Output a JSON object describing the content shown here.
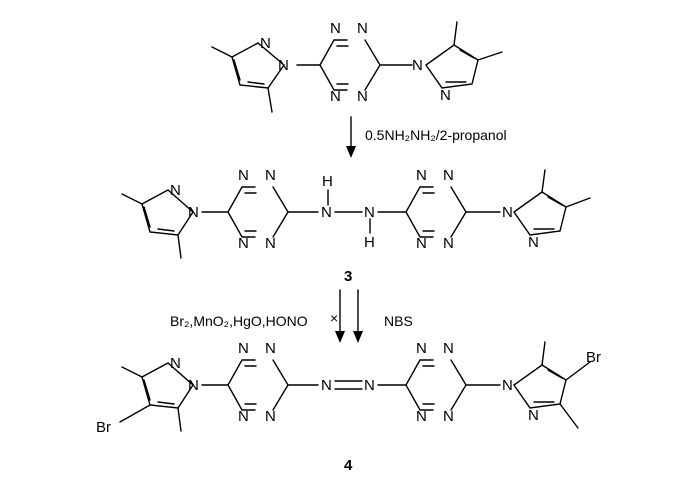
{
  "atoms": {
    "N": "N",
    "H": "H",
    "Br": "Br"
  },
  "step1": {
    "reagent": "0.5NH₂NH₂/2-propanol"
  },
  "step2": {
    "left_reagent": "Br₂,MnO₂,HgO,HONO",
    "right_reagent": "NBS",
    "blocked_mark": "×"
  },
  "compounds": {
    "intermediate": "3",
    "product": "4"
  }
}
